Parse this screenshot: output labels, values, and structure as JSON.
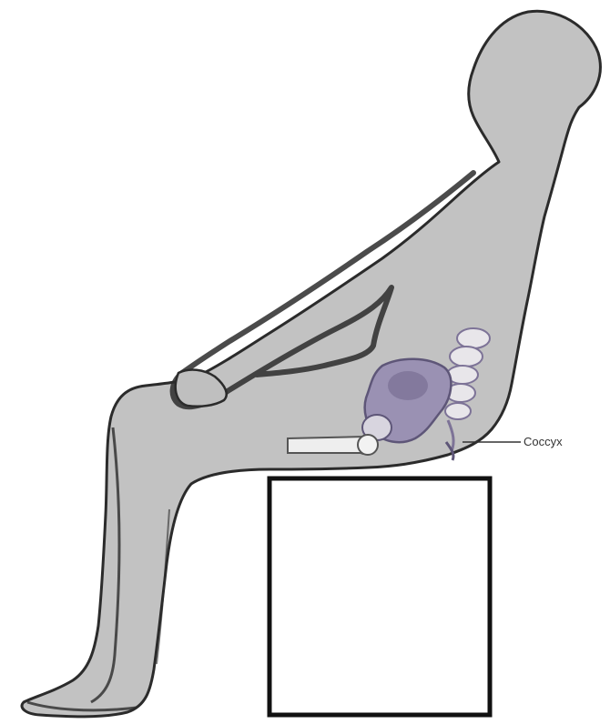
{
  "figure": {
    "label": "Coccyx",
    "colors": {
      "body_fill": "#c2c2c2",
      "outline": "#2b2b2b",
      "bone_fill": "#e8e6ea",
      "bone_shade": "#7d7397",
      "box_fill": "#ffffff",
      "box_stroke": "#111111"
    },
    "icons": [
      "seated-figure-silhouette",
      "pelvis-bones",
      "femur-bone",
      "spine-bones",
      "box-seat"
    ]
  }
}
